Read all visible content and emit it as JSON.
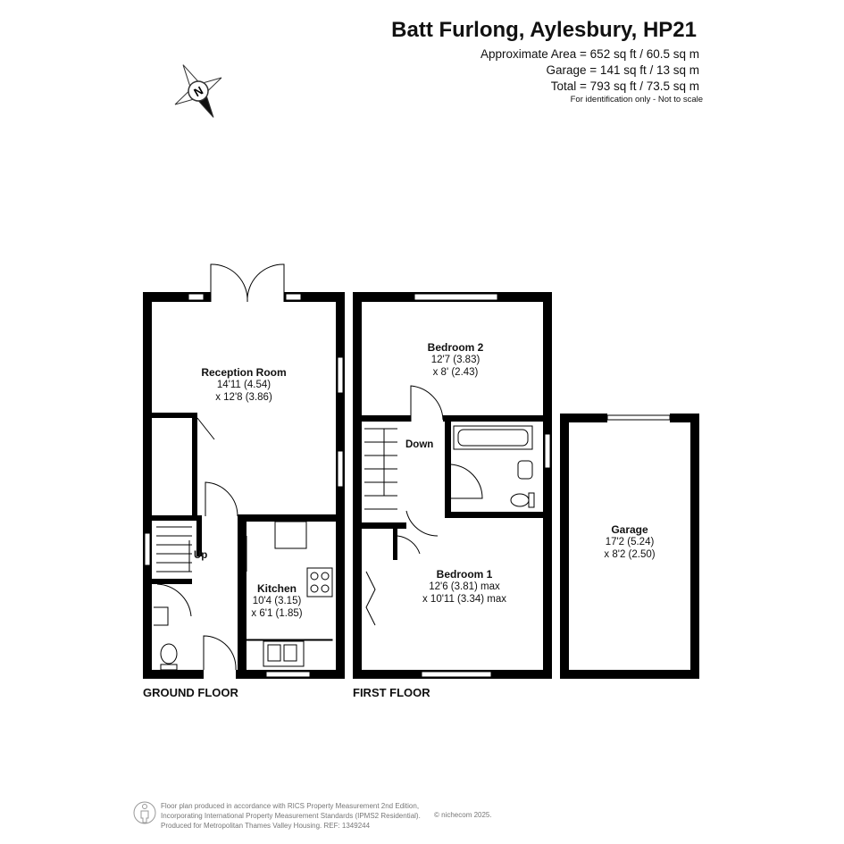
{
  "header": {
    "title": "Batt Furlong, Aylesbury, HP21",
    "areas": [
      "Approximate Area = 652 sq ft / 60.5 sq m",
      "Garage = 141 sq ft / 13 sq m",
      "Total = 793 sq ft / 73.5 sq m"
    ],
    "note": "For identification only - Not to scale"
  },
  "compass": {
    "letter": "N"
  },
  "rooms": {
    "reception": {
      "name": "Reception Room",
      "dim1": "14'11 (4.54)",
      "dim2": "x 12'8 (3.86)"
    },
    "kitchen": {
      "name": "Kitchen",
      "dim1": "10'4 (3.15)",
      "dim2": "x 6'1 (1.85)"
    },
    "bedroom2": {
      "name": "Bedroom 2",
      "dim1": "12'7 (3.83)",
      "dim2": "x 8' (2.43)"
    },
    "bedroom1": {
      "name": "Bedroom 1",
      "dim1": "12'6 (3.81) max",
      "dim2": "x 10'11 (3.34) max"
    },
    "garage": {
      "name": "Garage",
      "dim1": "17'2 (5.24)",
      "dim2": "x 8'2 (2.50)"
    }
  },
  "stairs": {
    "up": "Up",
    "down": "Down"
  },
  "floors": {
    "ground": "GROUND FLOOR",
    "first": "FIRST FLOOR"
  },
  "footer": {
    "lines": [
      "Floor plan produced in accordance with RICS Property Measurement 2nd Edition,",
      "Incorporating International Property Measurement Standards (IPMS2 Residential).",
      "Produced for Metropolitan Thames Valley Housing.   REF: 1349244"
    ],
    "copyright": "© nichecom 2025."
  }
}
